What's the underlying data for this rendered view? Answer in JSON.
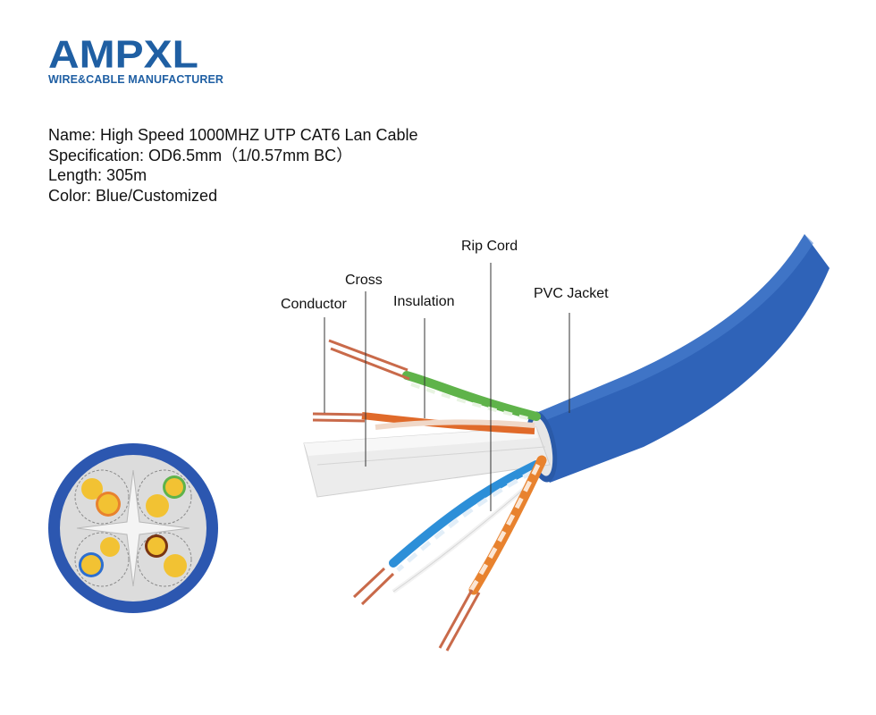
{
  "brand": {
    "logo_text": "AMPXL",
    "tagline": "WIRE&CABLE MANUFACTURER",
    "color": "#1f5fa3"
  },
  "specs": {
    "name": "Name: High Speed 1000MHZ UTP CAT6 Lan Cable",
    "specification": "Specification: OD6.5mm（1/0.57mm BC）",
    "length": "Length: 305m",
    "color": "Color: Blue/Customized"
  },
  "labels": {
    "conductor": "Conductor",
    "cross": "Cross",
    "insulation": "Insulation",
    "rip_cord": "Rip Cord",
    "pvc_jacket": "PVC Jacket"
  },
  "colors": {
    "jacket": "#2f63b8",
    "copper": "#c96a4a",
    "green_pair": "#5fb34a",
    "orange_pair": "#e8822e",
    "blue_pair": "#2d8fd8",
    "brown_pair": "#7a3512",
    "conductor_gold": "#f2c233"
  }
}
